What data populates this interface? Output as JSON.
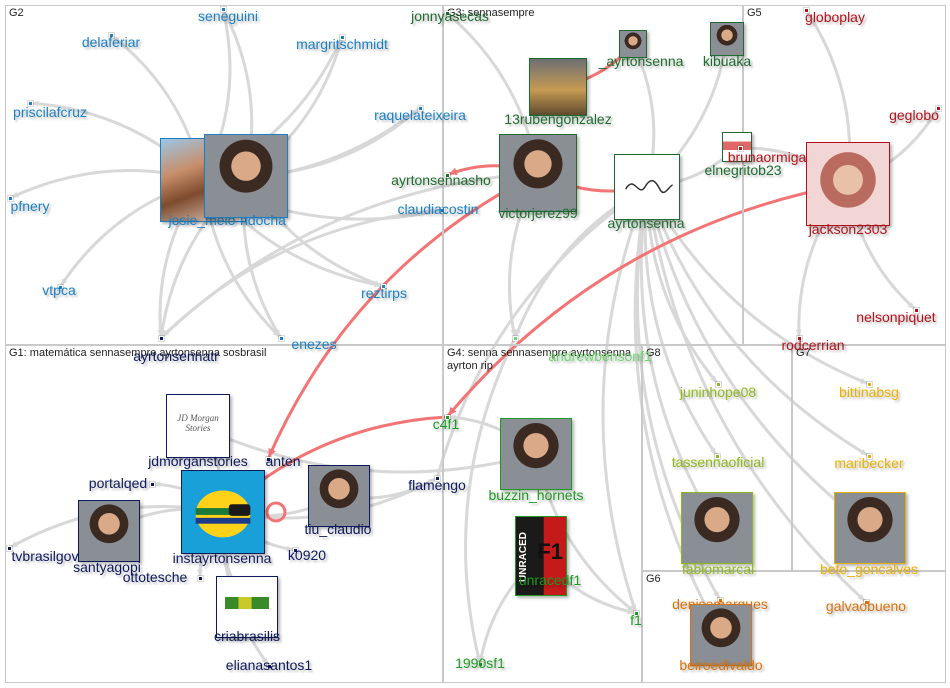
{
  "colors": {
    "g1": "#0d1a5c",
    "g2": "#1a7fc4",
    "g3": "#1e6b2f",
    "g4": "#1c9a22",
    "g5": "#b3121b",
    "g6": "#d9720b",
    "g7": "#e8b000",
    "g8": "#8fb81a",
    "g4_light": "#6fd66f",
    "edge_grey": "#d8d8d8",
    "edge_red": "#f27474"
  },
  "groups": [
    {
      "id": "g2",
      "label": "G2"
    },
    {
      "id": "g3",
      "label": "G3: sennasempre"
    },
    {
      "id": "g5",
      "label": "G5"
    },
    {
      "id": "g1",
      "label": "G1: matemática sennasempre ayrtonsenna sosbrasil"
    },
    {
      "id": "g4",
      "label": "G4: senna sennasempre ayrtonsenna ayrton rip"
    },
    {
      "id": "g8",
      "label": "G8"
    },
    {
      "id": "g7",
      "label": "G7"
    },
    {
      "id": "g6",
      "label": "G6"
    }
  ],
  "nodes": [
    {
      "id": "seneguini",
      "label": "seneguini",
      "group": "g2"
    },
    {
      "id": "delaferiar",
      "label": "delaferiar",
      "group": "g2"
    },
    {
      "id": "margritschmidt",
      "label": "margritschmidt",
      "group": "g2"
    },
    {
      "id": "priscilafcruz",
      "label": "priscilafcruz",
      "group": "g2"
    },
    {
      "id": "raquelateixeira",
      "label": "raquelateixeira",
      "group": "g2"
    },
    {
      "id": "pfnery",
      "label": "pfnery",
      "group": "g2"
    },
    {
      "id": "josie_melo",
      "label": "josie_melo",
      "group": "g2"
    },
    {
      "id": "ndocha",
      "label": "ndocha",
      "group": "g2"
    },
    {
      "id": "claudiacostin",
      "label": "claudiacostin",
      "group": "g2"
    },
    {
      "id": "vtpca",
      "label": "vtpca",
      "group": "g2"
    },
    {
      "id": "reztirps",
      "label": "reztirps",
      "group": "g2"
    },
    {
      "id": "enezes",
      "label": "enezes",
      "group": "g2"
    },
    {
      "id": "jonnyasecas",
      "label": "jonnyasecas",
      "group": "g3"
    },
    {
      "id": "_ayrtonsenna",
      "label": "_ayrtonsenna",
      "group": "g3"
    },
    {
      "id": "kibuaka",
      "label": "kibuaka",
      "group": "g3"
    },
    {
      "id": "13rubengonzalez",
      "label": "13rubengonzalez",
      "group": "g3"
    },
    {
      "id": "ayrtonsennashow",
      "label": "ayrtonsennasho",
      "group": "g3"
    },
    {
      "id": "victorjerez99",
      "label": "victorjerez99",
      "group": "g3"
    },
    {
      "id": "ayrtonsenna",
      "label": "ayrtonsenna",
      "group": "g3"
    },
    {
      "id": "elnegritob23",
      "label": "elnegritob23",
      "group": "g3"
    },
    {
      "id": "globoplay",
      "label": "globoplay",
      "group": "g5"
    },
    {
      "id": "geglobo",
      "label": "geglobo",
      "group": "g5"
    },
    {
      "id": "bruna",
      "label": "brunaormiga",
      "group": "g5"
    },
    {
      "id": "jackson2303",
      "label": "jackson2303",
      "group": "g5"
    },
    {
      "id": "nelsonpiquet",
      "label": "nelsonpiquet",
      "group": "g5"
    },
    {
      "id": "rodcerrian",
      "label": "rodcerrian",
      "group": "g5"
    },
    {
      "id": "ayrtonsennatr",
      "label": "ayrtonsennatr",
      "group": "g1"
    },
    {
      "id": "jdmorganstories",
      "label": "jdmorganstories",
      "group": "g1"
    },
    {
      "id": "portalqed",
      "label": "portalqed",
      "group": "g1"
    },
    {
      "id": "anten",
      "label": "anten",
      "group": "g1"
    },
    {
      "id": "tiu_claudio",
      "label": "tiu_claudio",
      "group": "g1"
    },
    {
      "id": "tvbrasilgov",
      "label": "tvbrasilgov",
      "group": "g1"
    },
    {
      "id": "santyagopi",
      "label": "santyagopi",
      "group": "g1"
    },
    {
      "id": "ottotesche",
      "label": "ottotesche",
      "group": "g1"
    },
    {
      "id": "instayrtonsenna",
      "label": "instayrtonsenna",
      "group": "g1"
    },
    {
      "id": "k0920",
      "label": "k0920",
      "group": "g1"
    },
    {
      "id": "criabrasilis",
      "label": "criabrasilis",
      "group": "g1"
    },
    {
      "id": "elianasantos1",
      "label": "elianasantos1",
      "group": "g1"
    },
    {
      "id": "flamengo",
      "label": "flamengo",
      "group": "g1"
    },
    {
      "id": "andrewbensonf1",
      "label": "andrewbensonf1",
      "group": "g4"
    },
    {
      "id": "c4f1",
      "label": "c4f1",
      "group": "g4"
    },
    {
      "id": "buzzin_hornets",
      "label": "buzzin_hornets",
      "group": "g4"
    },
    {
      "id": "unracedf1",
      "label": "unracedf1",
      "group": "g4"
    },
    {
      "id": "1990sf1",
      "label": "1990sf1",
      "group": "g4"
    },
    {
      "id": "f1",
      "label": "f1",
      "group": "g4"
    },
    {
      "id": "juninhope08",
      "label": "juninhope08",
      "group": "g8"
    },
    {
      "id": "tassennaoficial",
      "label": "tassennaoficial",
      "group": "g8"
    },
    {
      "id": "fabiomarcal",
      "label": "fabiomarcal",
      "group": "g8"
    },
    {
      "id": "bittinabsg",
      "label": "bittinabsg",
      "group": "g7"
    },
    {
      "id": "maribecker",
      "label": "maribecker",
      "group": "g7"
    },
    {
      "id": "beto_goncalves",
      "label": "beto_goncalves",
      "group": "g7"
    },
    {
      "id": "denise",
      "label": "denisemarques",
      "group": "g6"
    },
    {
      "id": "galvaobueno",
      "label": "galvaobueno",
      "group": "g6"
    },
    {
      "id": "beiroedivaldo",
      "label": "beiroedivaldo",
      "group": "g6"
    }
  ],
  "avatar_icons": {
    "josie_melo": "woman-with-dog-photo",
    "ndocha": "portrait-photo",
    "13rubengonzalez": "sunset-photo",
    "_ayrtonsenna": "portrait-photo",
    "kibuaka": "portrait-photo",
    "victorjerez99": "portrait-photo",
    "ayrtonsenna": "signature-logo",
    "elnegritob23": "figure-photo",
    "jackson2303": "child-photo",
    "jdmorganstories": "jd-morgan-stories-logo",
    "tiu_claudio": "portrait-photo",
    "santyagopi": "portrait-photo",
    "instayrtonsenna": "senna-helmet-logo",
    "criabrasilis": "cria-brasilis-logo",
    "buzzin_hornets": "portrait-photo",
    "unracedf1": "unraced-f1-logo",
    "fabiomarcal": "portrait-photo",
    "beto_goncalves": "portrait-photo",
    "beiroedivaldo": "portrait-photo"
  }
}
